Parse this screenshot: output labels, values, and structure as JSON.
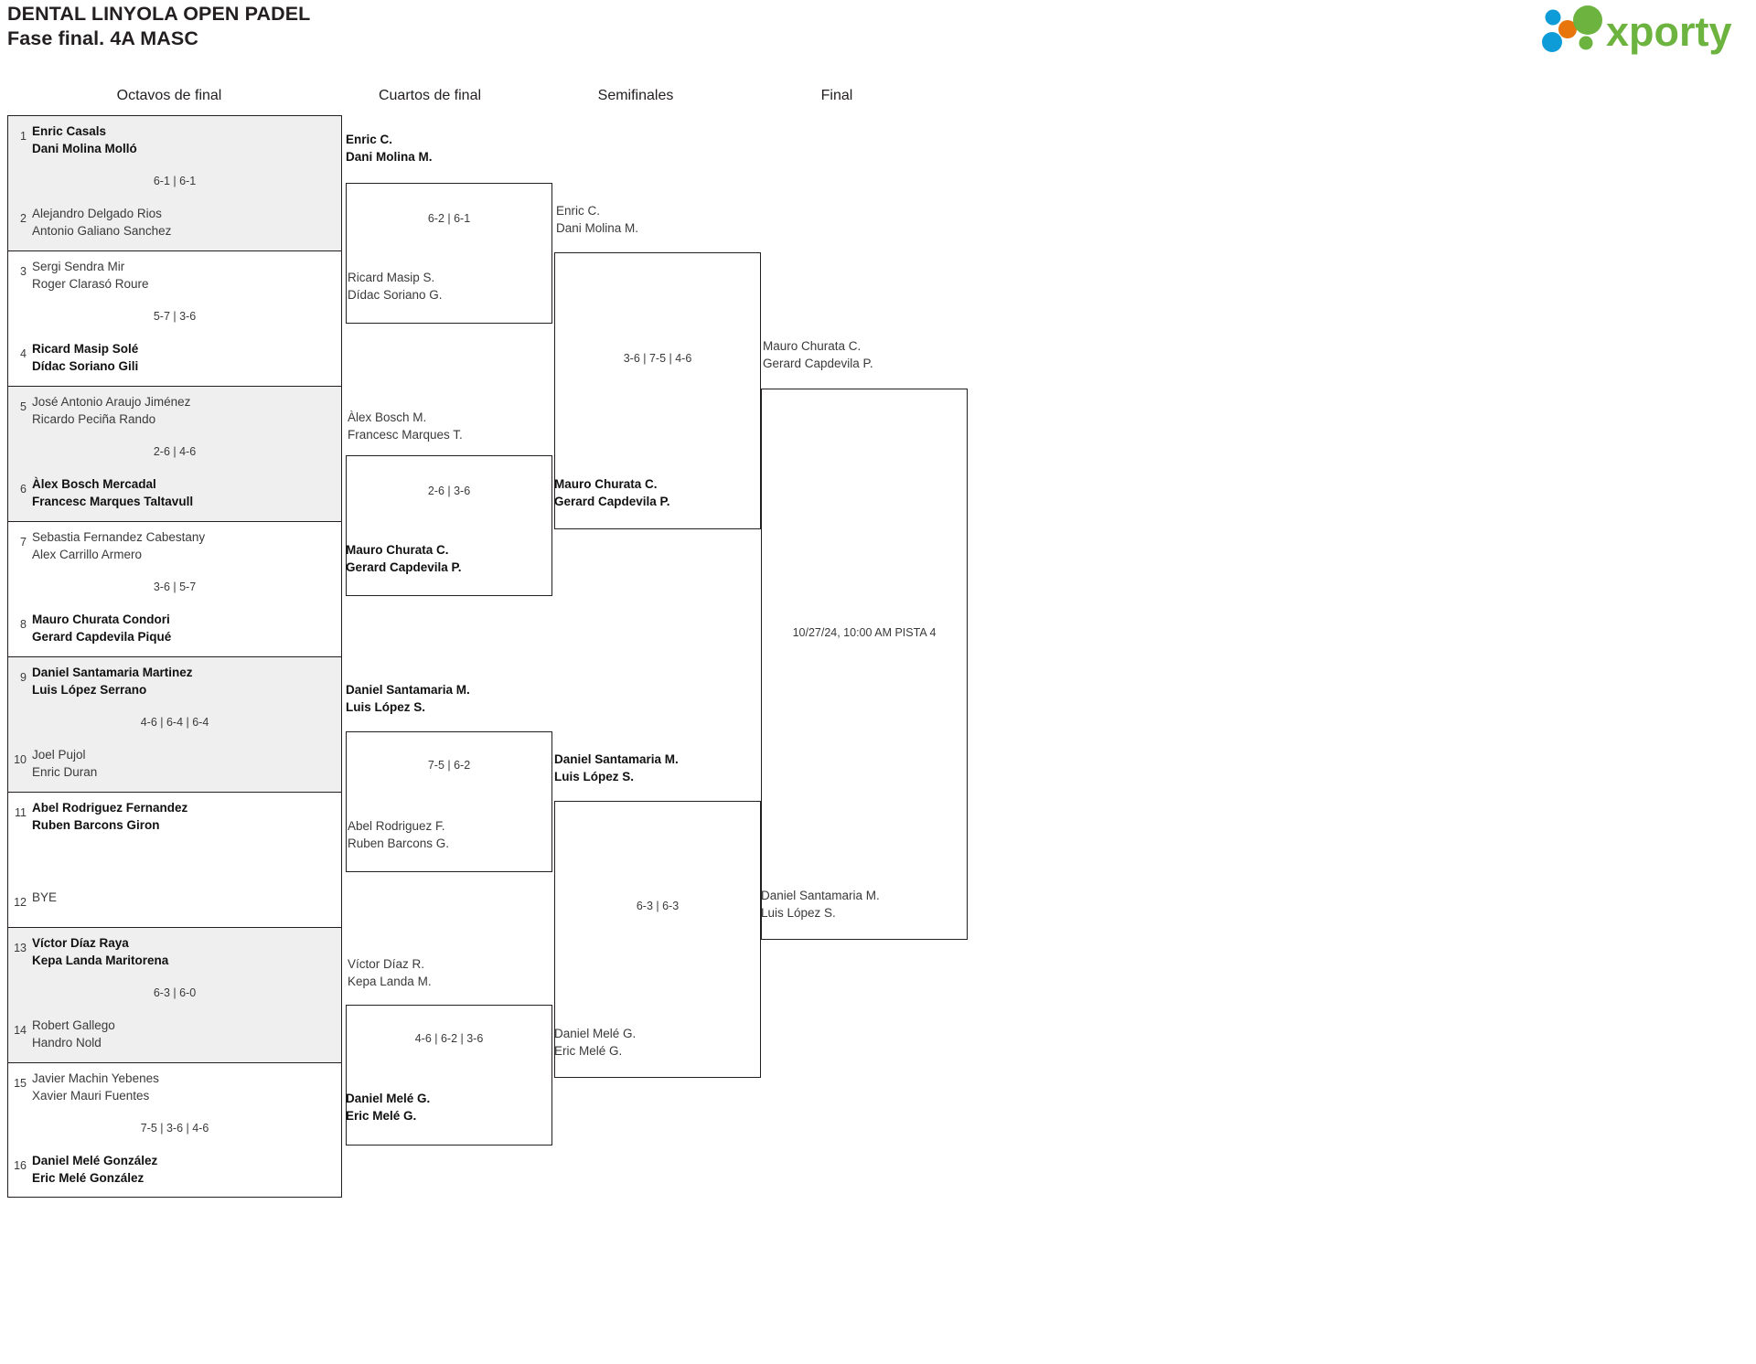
{
  "header": {
    "title_line1": "DENTAL LINYOLA OPEN PADEL",
    "title_line2": "Fase final. 4A MASC",
    "logo_text": "xporty",
    "logo_colors": {
      "green": "#6cb33f",
      "blue": "#0e9cd9",
      "orange": "#e8740c"
    }
  },
  "rounds": [
    {
      "id": "r1",
      "label": "Octavos de final"
    },
    {
      "id": "r2",
      "label": "Cuartos de final"
    },
    {
      "id": "r3",
      "label": "Semifinales"
    },
    {
      "id": "r4",
      "label": "Final"
    }
  ],
  "round1": {
    "matches": [
      {
        "score": "6-1 | 6-1",
        "top": {
          "seed": "1",
          "p1": "Enric Casals",
          "p2": "Dani Molina Molló",
          "winner": true
        },
        "bottom": {
          "seed": "2",
          "p1": "Alejandro Delgado Rios",
          "p2": "Antonio Galiano Sanchez",
          "winner": false
        }
      },
      {
        "score": "5-7 | 3-6",
        "top": {
          "seed": "3",
          "p1": "Sergi Sendra Mir",
          "p2": "Roger Clarasó Roure",
          "winner": false
        },
        "bottom": {
          "seed": "4",
          "p1": "Ricard Masip Solé",
          "p2": "Dídac Soriano Gili",
          "winner": true
        }
      },
      {
        "score": "2-6 | 4-6",
        "top": {
          "seed": "5",
          "p1": "José Antonio Araujo Jiménez",
          "p2": "Ricardo Peciña Rando",
          "winner": false
        },
        "bottom": {
          "seed": "6",
          "p1": "Àlex Bosch Mercadal",
          "p2": "Francesc Marques Taltavull",
          "winner": true
        }
      },
      {
        "score": "3-6 | 5-7",
        "top": {
          "seed": "7",
          "p1": "Sebastia Fernandez Cabestany",
          "p2": "Alex Carrillo Armero",
          "winner": false
        },
        "bottom": {
          "seed": "8",
          "p1": "Mauro Churata Condori",
          "p2": "Gerard Capdevila Piqué",
          "winner": true
        }
      },
      {
        "score": "4-6 | 6-4 | 6-4",
        "top": {
          "seed": "9",
          "p1": "Daniel Santamaria Martinez",
          "p2": "Luis López Serrano",
          "winner": true
        },
        "bottom": {
          "seed": "10",
          "p1": "Joel Pujol",
          "p2": "Enric Duran",
          "winner": false
        }
      },
      {
        "score": "",
        "top": {
          "seed": "11",
          "p1": "Abel Rodriguez Fernandez",
          "p2": "Ruben Barcons Giron",
          "winner": true
        },
        "bottom": {
          "seed": "12",
          "p1": "BYE",
          "p2": "",
          "winner": false
        }
      },
      {
        "score": "6-3 | 6-0",
        "top": {
          "seed": "13",
          "p1": "Víctor Díaz Raya",
          "p2": "Kepa Landa Maritorena",
          "winner": true
        },
        "bottom": {
          "seed": "14",
          "p1": "Robert Gallego",
          "p2": "Handro Nold",
          "winner": false
        }
      },
      {
        "score": "7-5 | 3-6 | 4-6",
        "top": {
          "seed": "15",
          "p1": "Javier Machin Yebenes",
          "p2": "Xavier Mauri Fuentes",
          "winner": false
        },
        "bottom": {
          "seed": "16",
          "p1": "Daniel Melé González",
          "p2": "Eric Melé González",
          "winner": true
        }
      }
    ]
  },
  "round2": {
    "matches": [
      {
        "score": "6-2 | 6-1",
        "top": {
          "p1": "Enric C.",
          "p2": "Dani Molina M.",
          "winner": true
        },
        "bottom": {
          "p1": "Ricard Masip S.",
          "p2": "Dídac Soriano G.",
          "winner": false
        }
      },
      {
        "score": "2-6 | 3-6",
        "top": {
          "p1": "Àlex Bosch M.",
          "p2": "Francesc Marques T.",
          "winner": false
        },
        "bottom": {
          "p1": "Mauro Churata C.",
          "p2": "Gerard Capdevila P.",
          "winner": true
        }
      },
      {
        "score": "7-5 | 6-2",
        "top": {
          "p1": "Daniel Santamaria M.",
          "p2": "Luis López S.",
          "winner": true
        },
        "bottom": {
          "p1": "Abel Rodriguez F.",
          "p2": "Ruben Barcons G.",
          "winner": false
        }
      },
      {
        "score": "4-6 | 6-2 | 3-6",
        "top": {
          "p1": "Víctor Díaz R.",
          "p2": "Kepa Landa M.",
          "winner": false
        },
        "bottom": {
          "p1": "Daniel Melé G.",
          "p2": "Eric Melé G.",
          "winner": true
        }
      }
    ]
  },
  "round3": {
    "matches": [
      {
        "score": "3-6 | 7-5 | 4-6",
        "top": {
          "p1": "Enric C.",
          "p2": "Dani Molina M.",
          "winner": false
        },
        "bottom": {
          "p1": "Mauro Churata C.",
          "p2": "Gerard Capdevila P.",
          "winner": true
        }
      },
      {
        "score": "6-3 | 6-3",
        "top": {
          "p1": "Daniel Santamaria M.",
          "p2": "Luis López S.",
          "winner": true
        },
        "bottom": {
          "p1": "Daniel Melé G.",
          "p2": "Eric Melé G.",
          "winner": false
        }
      }
    ]
  },
  "round4": {
    "matches": [
      {
        "score": "10/27/24, 10:00 AM PISTA 4",
        "top": {
          "p1": "Mauro Churata C.",
          "p2": "Gerard Capdevila P.",
          "winner": false
        },
        "bottom": {
          "p1": "Daniel Santamaria M.",
          "p2": "Luis López S.",
          "winner": false
        }
      }
    ]
  }
}
